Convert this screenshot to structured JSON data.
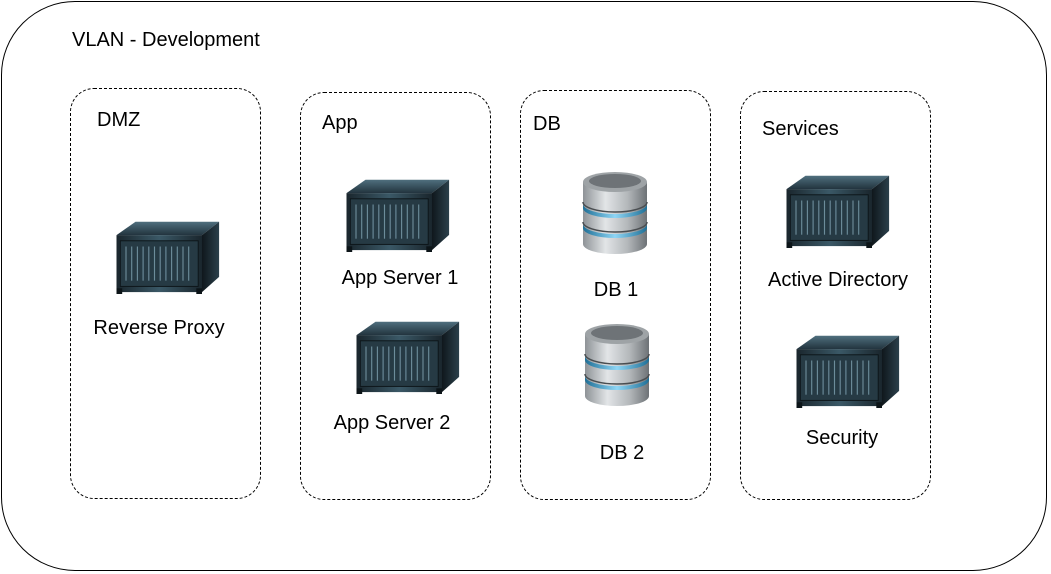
{
  "vlan": {
    "title": "VLAN - Development"
  },
  "zones": {
    "dmz": {
      "title": "DMZ",
      "items": [
        {
          "label": "Reverse Proxy",
          "icon": "server-icon"
        }
      ]
    },
    "app": {
      "title": "App",
      "items": [
        {
          "label": "App Server 1",
          "icon": "server-icon"
        },
        {
          "label": "App Server 2",
          "icon": "server-icon"
        }
      ]
    },
    "db": {
      "title": "DB",
      "items": [
        {
          "label": "DB 1",
          "icon": "database-icon"
        },
        {
          "label": "DB 2",
          "icon": "database-icon"
        }
      ]
    },
    "services": {
      "title": "Services",
      "items": [
        {
          "label": "Active Directory",
          "icon": "server-icon"
        },
        {
          "label": "Security",
          "icon": "server-icon"
        }
      ]
    }
  },
  "colors": {
    "server_body": "#1f2d36",
    "server_face": "#2e4a57",
    "db_silver": "#b8bcbf",
    "db_band": "#3fa7d6"
  }
}
